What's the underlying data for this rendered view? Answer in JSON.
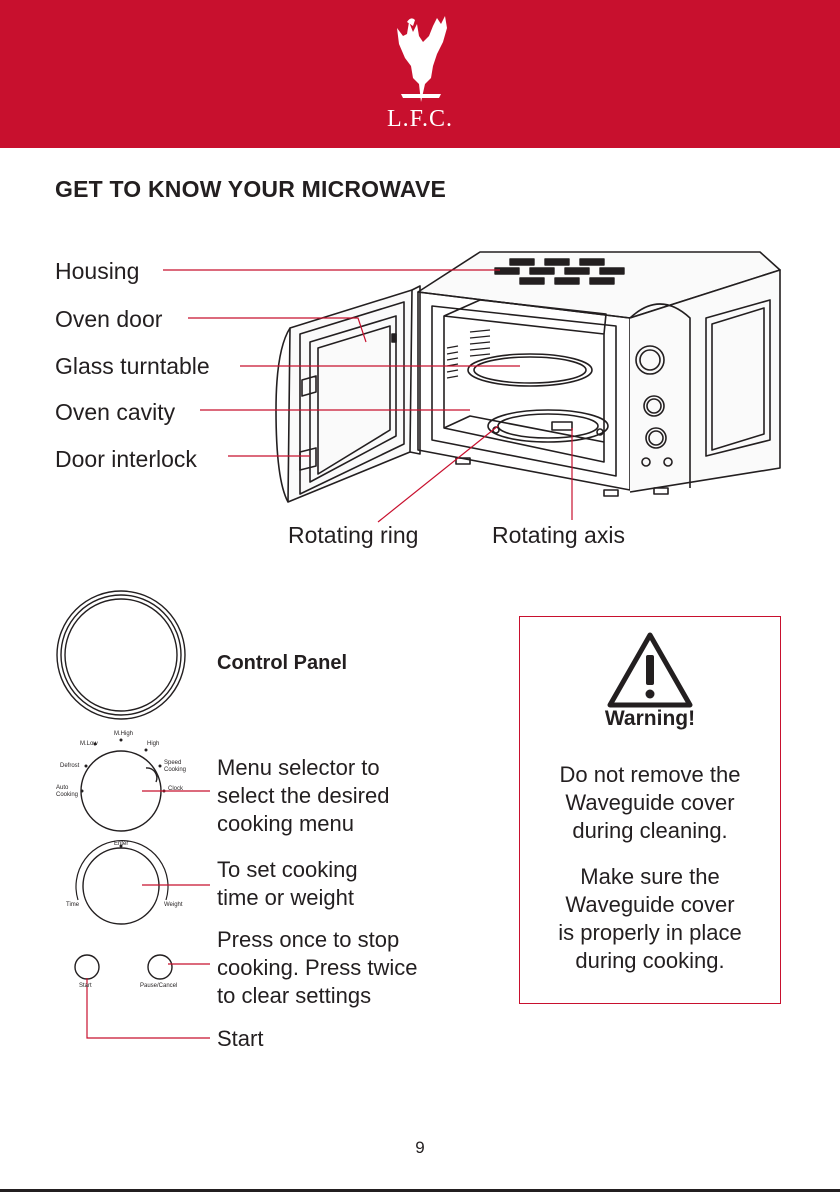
{
  "header": {
    "brand_color": "#c8102e",
    "logo_text": "L.F.C."
  },
  "title": "GET TO KNOW YOUR MICROWAVE",
  "parts": {
    "housing": "Housing",
    "oven_door": "Oven door",
    "glass_turntable": "Glass turntable",
    "oven_cavity": "Oven cavity",
    "door_interlock": "Door interlock",
    "rotating_ring": "Rotating ring",
    "rotating_axis": "Rotating axis"
  },
  "control_panel": {
    "title": "Control Panel",
    "menu_selector_desc": [
      "Menu selector to",
      "select the desired",
      "cooking menu"
    ],
    "time_knob_desc": [
      "To set cooking",
      "time or weight"
    ],
    "pause_desc": [
      "Press once to stop",
      "cooking. Press twice",
      "to clear settings"
    ],
    "start_desc": "Start",
    "menu_dial_labels": {
      "m_low": "M.Low",
      "m_high": "M.High",
      "high": "High",
      "defrost": "Defrost",
      "speed_cooking": [
        "Speed",
        "Cooking"
      ],
      "auto_cooking": [
        "Auto",
        "Cooking"
      ],
      "clock": "Clock"
    },
    "time_dial_labels": {
      "enter": "Enter",
      "time": "Time",
      "weight": "Weight"
    },
    "buttons": {
      "start": "Start",
      "pause_cancel": "Pause/Cancel"
    }
  },
  "warning": {
    "title": "Warning!",
    "para1": [
      "Do not remove the",
      "Waveguide cover",
      "during cleaning."
    ],
    "para2": [
      "Make sure the",
      "Waveguide cover",
      "is properly in place",
      "during cooking."
    ]
  },
  "page_number": "9"
}
